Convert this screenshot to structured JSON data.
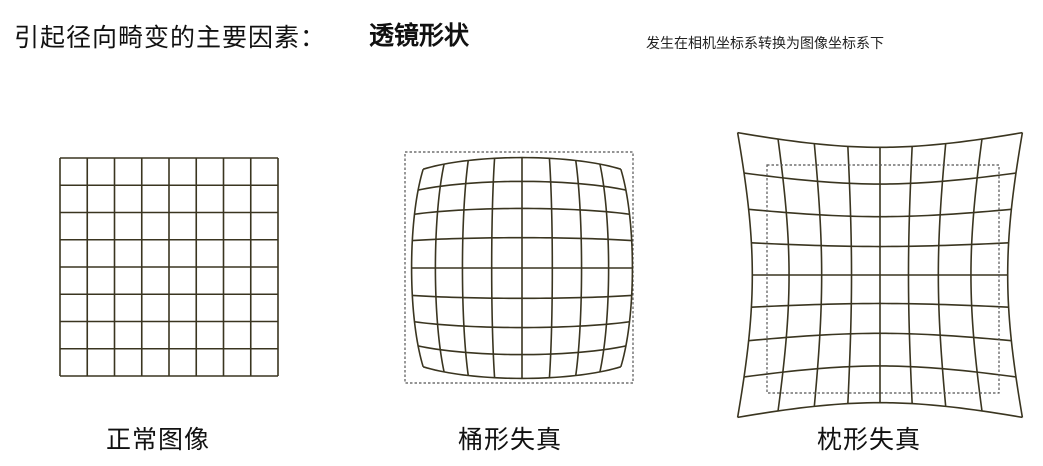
{
  "header": {
    "title": "引起径向畸变的主要因素：",
    "highlight": "透镜形状",
    "note": "发生在相机坐标系转换为图像坐标系下"
  },
  "figures": [
    {
      "caption": "正常图像"
    },
    {
      "caption": "桶形失真"
    },
    {
      "caption": "枕形失真"
    }
  ],
  "colors": {
    "grid": "#3a3520",
    "dashed": "#555555"
  }
}
